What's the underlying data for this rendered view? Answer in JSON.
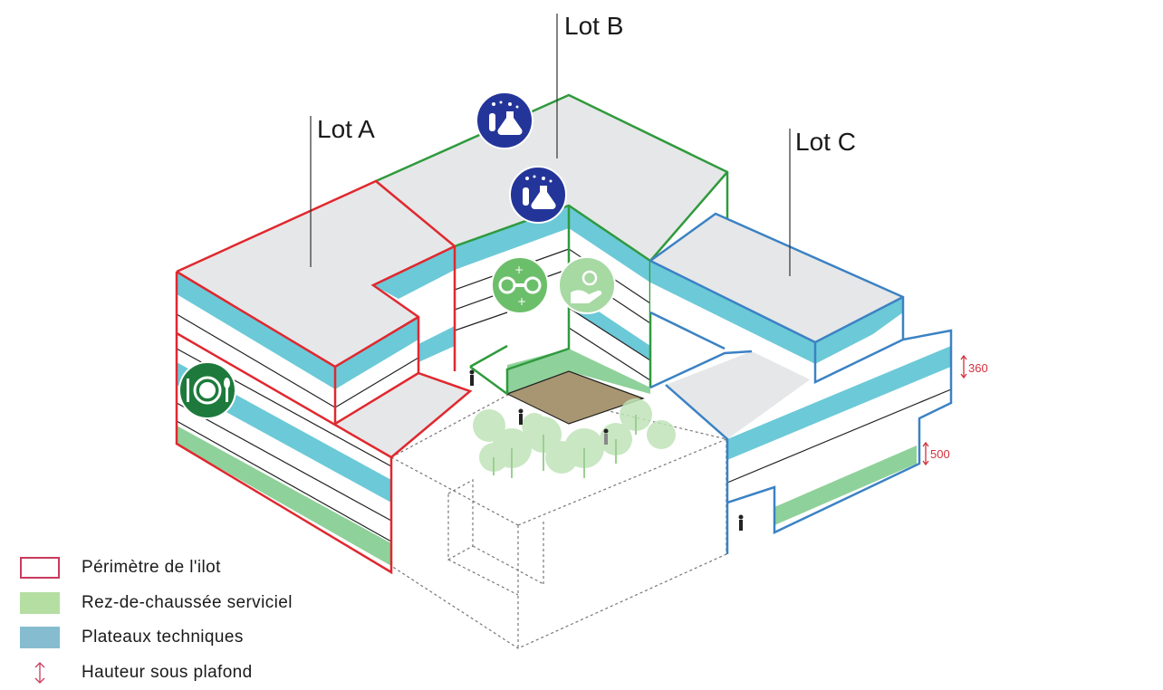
{
  "lots": {
    "a": "Lot A",
    "b": "Lot B",
    "c": "Lot C"
  },
  "dimensions": {
    "upper": "360",
    "lower": "500"
  },
  "legend": [
    {
      "label": "Périmètre de l'ilot",
      "swatch": "outline",
      "color": "#c93a5c"
    },
    {
      "label": "Rez-de-chaussée serviciel",
      "swatch": "fill",
      "color": "#b5dea3"
    },
    {
      "label": "Plateaux techniques",
      "swatch": "fill",
      "color": "#86bccf"
    },
    {
      "label": "Hauteur sous plafond",
      "swatch": "arrow",
      "color": "#c93a5c"
    }
  ],
  "colors": {
    "lot_a": "#e0282f",
    "lot_b": "#2f9a3d",
    "lot_c": "#3b82c4",
    "roof": "#e6e7e8",
    "tech_floor": "#6cc9d8",
    "ground_floor": "#8fd19a",
    "courtyard": "#a89672",
    "icon_lab": "#24359a",
    "icon_equipment": "#6cbf6a",
    "icon_service": "#a7d9a3",
    "icon_restaurant": "#1d7a3c"
  },
  "icons": [
    "laboratory-icon",
    "laboratory-icon",
    "equipment-icon",
    "service-hand-icon",
    "restaurant-icon"
  ]
}
